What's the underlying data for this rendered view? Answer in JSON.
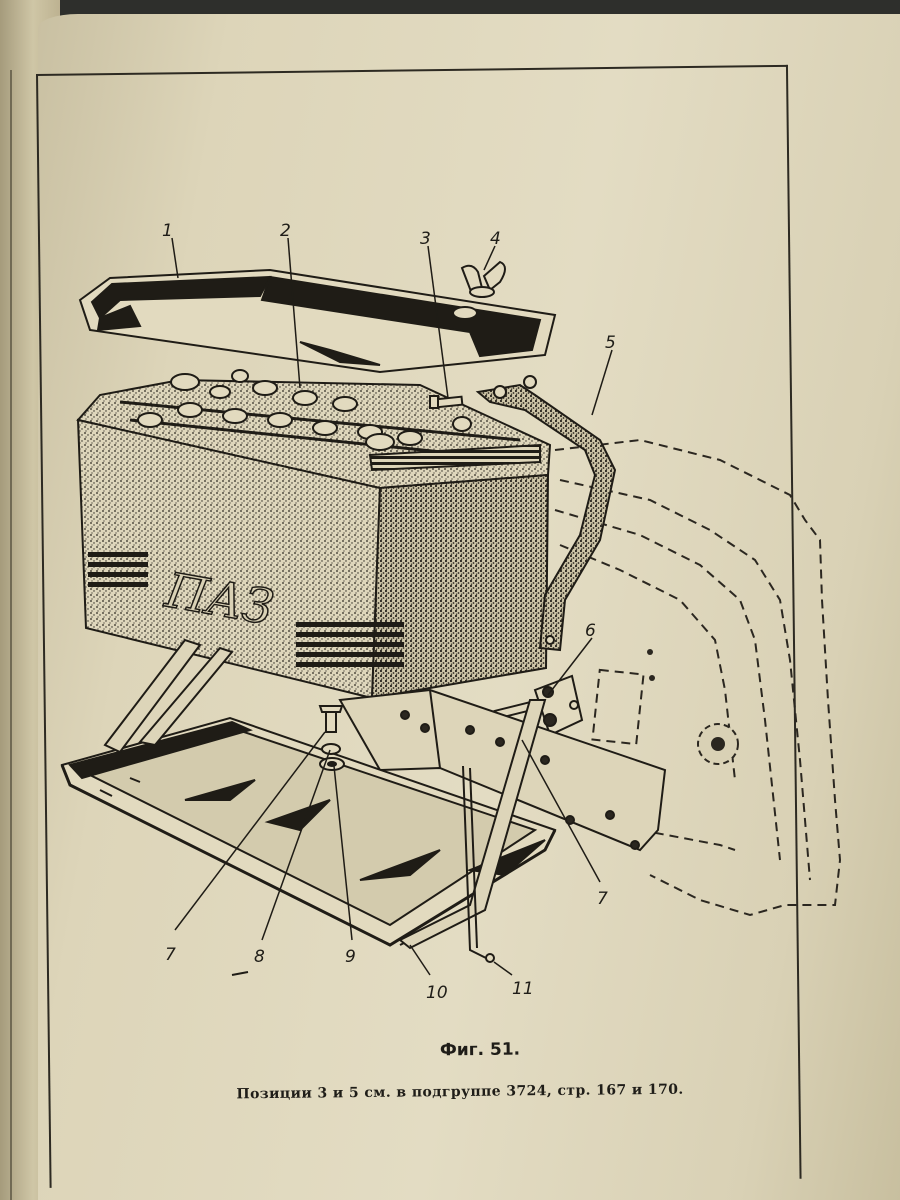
{
  "figure": {
    "title": "Фиг. 51.",
    "note": "Позиции 3 и 5 см. в подгруппе 3724, стр. 167 и 170.",
    "battery_marking": "ПАЗ",
    "callouts": [
      "1",
      "2",
      "3",
      "4",
      "5",
      "6",
      "7",
      "7",
      "8",
      "9",
      "10",
      "11"
    ]
  }
}
